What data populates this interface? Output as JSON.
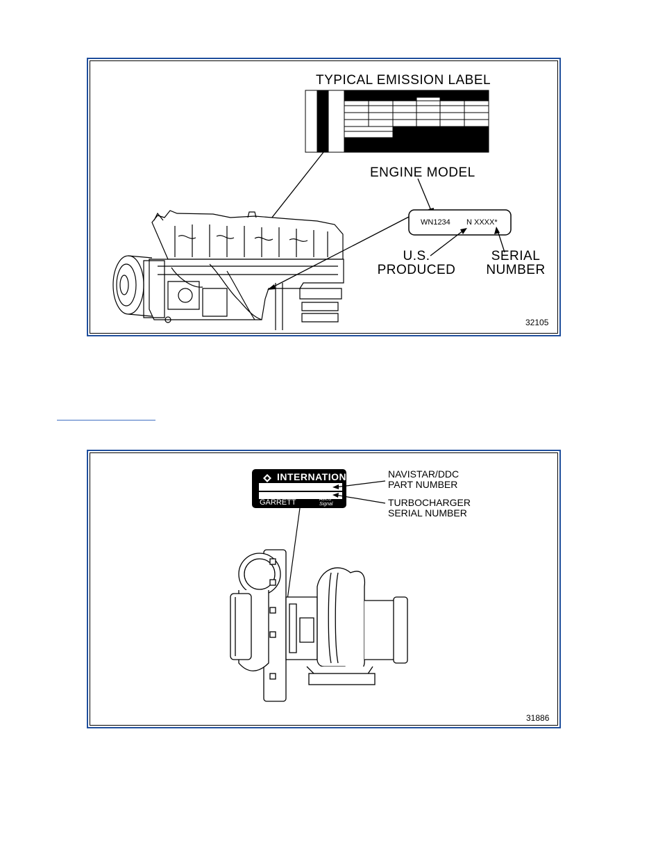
{
  "figure1": {
    "title": "TYPICAL EMISSION LABEL",
    "engine_model_label": "ENGINE MODEL",
    "tag_model": "WN1234",
    "tag_serial": "N XXXX*",
    "us_produced_line1": "U.S.",
    "us_produced_line2": "PRODUCED",
    "serial_line1": "SERIAL",
    "serial_line2": "NUMBER",
    "figure_number": "32105"
  },
  "figure2": {
    "plate_brand": "INTERNATIONAL",
    "plate_garrett": "GARRETT",
    "plate_allied_line1": "Allied",
    "plate_allied_line2": "Signal",
    "part_line1": "NAVISTAR/DDC",
    "part_line2": "PART NUMBER",
    "serial_line1": "TURBOCHARGER",
    "serial_line2": "SERIAL NUMBER",
    "figure_number": "31886"
  },
  "colors": {
    "frame": "#1f4e9c",
    "link_rule": "#3f6fc0"
  }
}
